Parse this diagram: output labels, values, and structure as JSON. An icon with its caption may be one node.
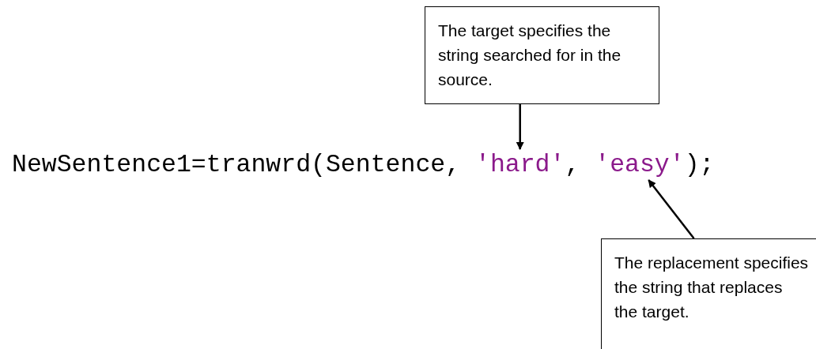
{
  "diagram": {
    "nodes": [
      {
        "text": [
          "The target specifies the string searched for in the source."
        ]
      },
      {
        "text": [
          "'hard'"
        ]
      },
      {
        "text": [
          "'easy'"
        ]
      },
      {
        "text": [
          "The replacement specifies the string that replaces the target."
        ]
      }
    ],
    "edges": [
      {
        "from": 0,
        "to": 1,
        "arrow": "to"
      },
      {
        "from": 3,
        "to": 2,
        "arrow": "to"
      }
    ],
    "labels": [
      "NewSentence1=tranwrd(Sentence,",
      ",",
      ");"
    ]
  }
}
